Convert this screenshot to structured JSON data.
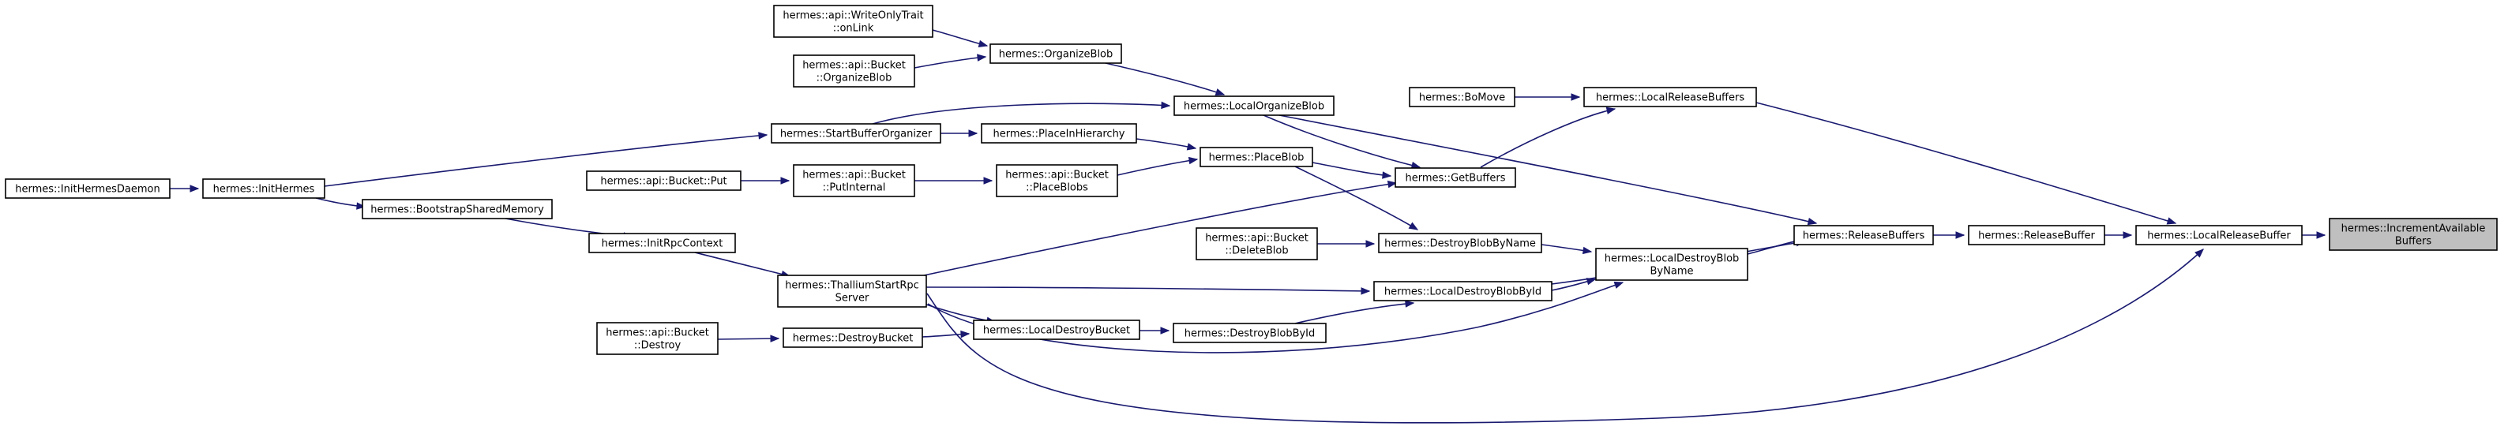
{
  "diagram": {
    "type": "call-graph",
    "colors": {
      "node_fill": "#ffffff",
      "root_fill": "#bfbfbf",
      "node_border": "#000000",
      "edge": "#191970",
      "background": "#ffffff"
    },
    "nodes": [
      {
        "id": "increment",
        "lines": [
          "hermes::IncrementAvailable",
          "Buffers"
        ],
        "root": true
      },
      {
        "id": "localReleaseBuffer",
        "lines": [
          "hermes::LocalReleaseBuffer"
        ]
      },
      {
        "id": "localReleaseBuffers",
        "lines": [
          "hermes::LocalReleaseBuffers"
        ]
      },
      {
        "id": "releaseBuffer",
        "lines": [
          "hermes::ReleaseBuffer"
        ]
      },
      {
        "id": "thallium",
        "lines": [
          "hermes::ThalliumStartRpc",
          "Server"
        ]
      },
      {
        "id": "boMove",
        "lines": [
          "hermes::BoMove"
        ]
      },
      {
        "id": "getBuffers",
        "lines": [
          "hermes::GetBuffers"
        ]
      },
      {
        "id": "releaseBuffers",
        "lines": [
          "hermes::ReleaseBuffers"
        ]
      },
      {
        "id": "localOrganizeBlob",
        "lines": [
          "hermes::LocalOrganizeBlob"
        ]
      },
      {
        "id": "placeBlob",
        "lines": [
          "hermes::PlaceBlob"
        ]
      },
      {
        "id": "localDestroyBlobByName",
        "lines": [
          "hermes::LocalDestroyBlob",
          "ByName"
        ]
      },
      {
        "id": "destroyBlobByName",
        "lines": [
          "hermes::DestroyBlobByName"
        ]
      },
      {
        "id": "localDestroyBlobById",
        "lines": [
          "hermes::LocalDestroyBlobById"
        ]
      },
      {
        "id": "organizeBlob",
        "lines": [
          "hermes::OrganizeBlob"
        ]
      },
      {
        "id": "startBufferOrganizer",
        "lines": [
          "hermes::StartBufferOrganizer"
        ]
      },
      {
        "id": "writeOnlyTrait",
        "lines": [
          "hermes::api::WriteOnlyTrait",
          "::onLink"
        ]
      },
      {
        "id": "apiBucketOrganizeBlob",
        "lines": [
          "hermes::api::Bucket",
          "::OrganizeBlob"
        ]
      },
      {
        "id": "initHermes",
        "lines": [
          "hermes::InitHermes"
        ]
      },
      {
        "id": "initHermesDaemon",
        "lines": [
          "hermes::InitHermesDaemon"
        ]
      },
      {
        "id": "placeInHierarchy",
        "lines": [
          "hermes::PlaceInHierarchy"
        ]
      },
      {
        "id": "apiBucketPlaceBlobs",
        "lines": [
          "hermes::api::Bucket",
          "::PlaceBlobs"
        ]
      },
      {
        "id": "apiBucketPutInternal",
        "lines": [
          "hermes::api::Bucket",
          "::PutInternal"
        ]
      },
      {
        "id": "apiBucketPut",
        "lines": [
          "hermes::api::Bucket::Put"
        ]
      },
      {
        "id": "apiBucketDeleteBlob",
        "lines": [
          "hermes::api::Bucket",
          "::DeleteBlob"
        ]
      },
      {
        "id": "destroyBlobById",
        "lines": [
          "hermes::DestroyBlobById"
        ]
      },
      {
        "id": "localDestroyBucket",
        "lines": [
          "hermes::LocalDestroyBucket"
        ]
      },
      {
        "id": "destroyBucket",
        "lines": [
          "hermes::DestroyBucket"
        ]
      },
      {
        "id": "apiBucketDestroy",
        "lines": [
          "hermes::api::Bucket",
          "::Destroy"
        ]
      },
      {
        "id": "initRpcContext",
        "lines": [
          "hermes::InitRpcContext"
        ]
      },
      {
        "id": "bootstrapSharedMemory",
        "lines": [
          "hermes::BootstrapSharedMemory"
        ]
      }
    ],
    "edges": [
      {
        "from": "localReleaseBuffer",
        "to": "increment"
      },
      {
        "from": "localReleaseBuffers",
        "to": "localReleaseBuffer"
      },
      {
        "from": "releaseBuffer",
        "to": "localReleaseBuffer"
      },
      {
        "from": "thallium",
        "to": "localReleaseBuffer"
      },
      {
        "from": "boMove",
        "to": "localReleaseBuffers"
      },
      {
        "from": "getBuffers",
        "to": "localReleaseBuffers"
      },
      {
        "from": "releaseBuffers",
        "to": "releaseBuffer"
      },
      {
        "from": "localOrganizeBlob",
        "to": "releaseBuffers"
      },
      {
        "from": "localDestroyBlobByName",
        "to": "releaseBuffers"
      },
      {
        "from": "localDestroyBlobById",
        "to": "releaseBuffers"
      },
      {
        "from": "localOrganizeBlob",
        "to": "getBuffers"
      },
      {
        "from": "placeBlob",
        "to": "getBuffers"
      },
      {
        "from": "thallium",
        "to": "getBuffers"
      },
      {
        "from": "organizeBlob",
        "to": "localOrganizeBlob"
      },
      {
        "from": "startBufferOrganizer",
        "to": "localOrganizeBlob"
      },
      {
        "from": "writeOnlyTrait",
        "to": "organizeBlob"
      },
      {
        "from": "apiBucketOrganizeBlob",
        "to": "organizeBlob"
      },
      {
        "from": "initHermes",
        "to": "startBufferOrganizer"
      },
      {
        "from": "initHermesDaemon",
        "to": "initHermes"
      },
      {
        "from": "placeInHierarchy",
        "to": "placeBlob"
      },
      {
        "from": "apiBucketPlaceBlobs",
        "to": "placeBlob"
      },
      {
        "from": "startBufferOrganizer",
        "to": "placeInHierarchy"
      },
      {
        "from": "apiBucketPutInternal",
        "to": "apiBucketPlaceBlobs"
      },
      {
        "from": "apiBucketPut",
        "to": "apiBucketPutInternal"
      },
      {
        "from": "placeBlob",
        "to": "destroyBlobByName"
      },
      {
        "from": "destroyBlobByName",
        "to": "localDestroyBlobByName"
      },
      {
        "from": "apiBucketDeleteBlob",
        "to": "destroyBlobByName"
      },
      {
        "from": "thallium",
        "to": "localDestroyBlobByName"
      },
      {
        "from": "localDestroyBlobById",
        "to": "localDestroyBlobByName"
      },
      {
        "from": "destroyBlobById",
        "to": "localDestroyBlobById"
      },
      {
        "from": "thallium",
        "to": "localDestroyBlobById"
      },
      {
        "from": "localDestroyBucket",
        "to": "destroyBlobById"
      },
      {
        "from": "destroyBucket",
        "to": "localDestroyBucket"
      },
      {
        "from": "thallium",
        "to": "localDestroyBucket"
      },
      {
        "from": "apiBucketDestroy",
        "to": "destroyBucket"
      },
      {
        "from": "initRpcContext",
        "to": "thallium"
      },
      {
        "from": "bootstrapSharedMemory",
        "to": "initRpcContext"
      },
      {
        "from": "initHermes",
        "to": "bootstrapSharedMemory"
      }
    ]
  }
}
